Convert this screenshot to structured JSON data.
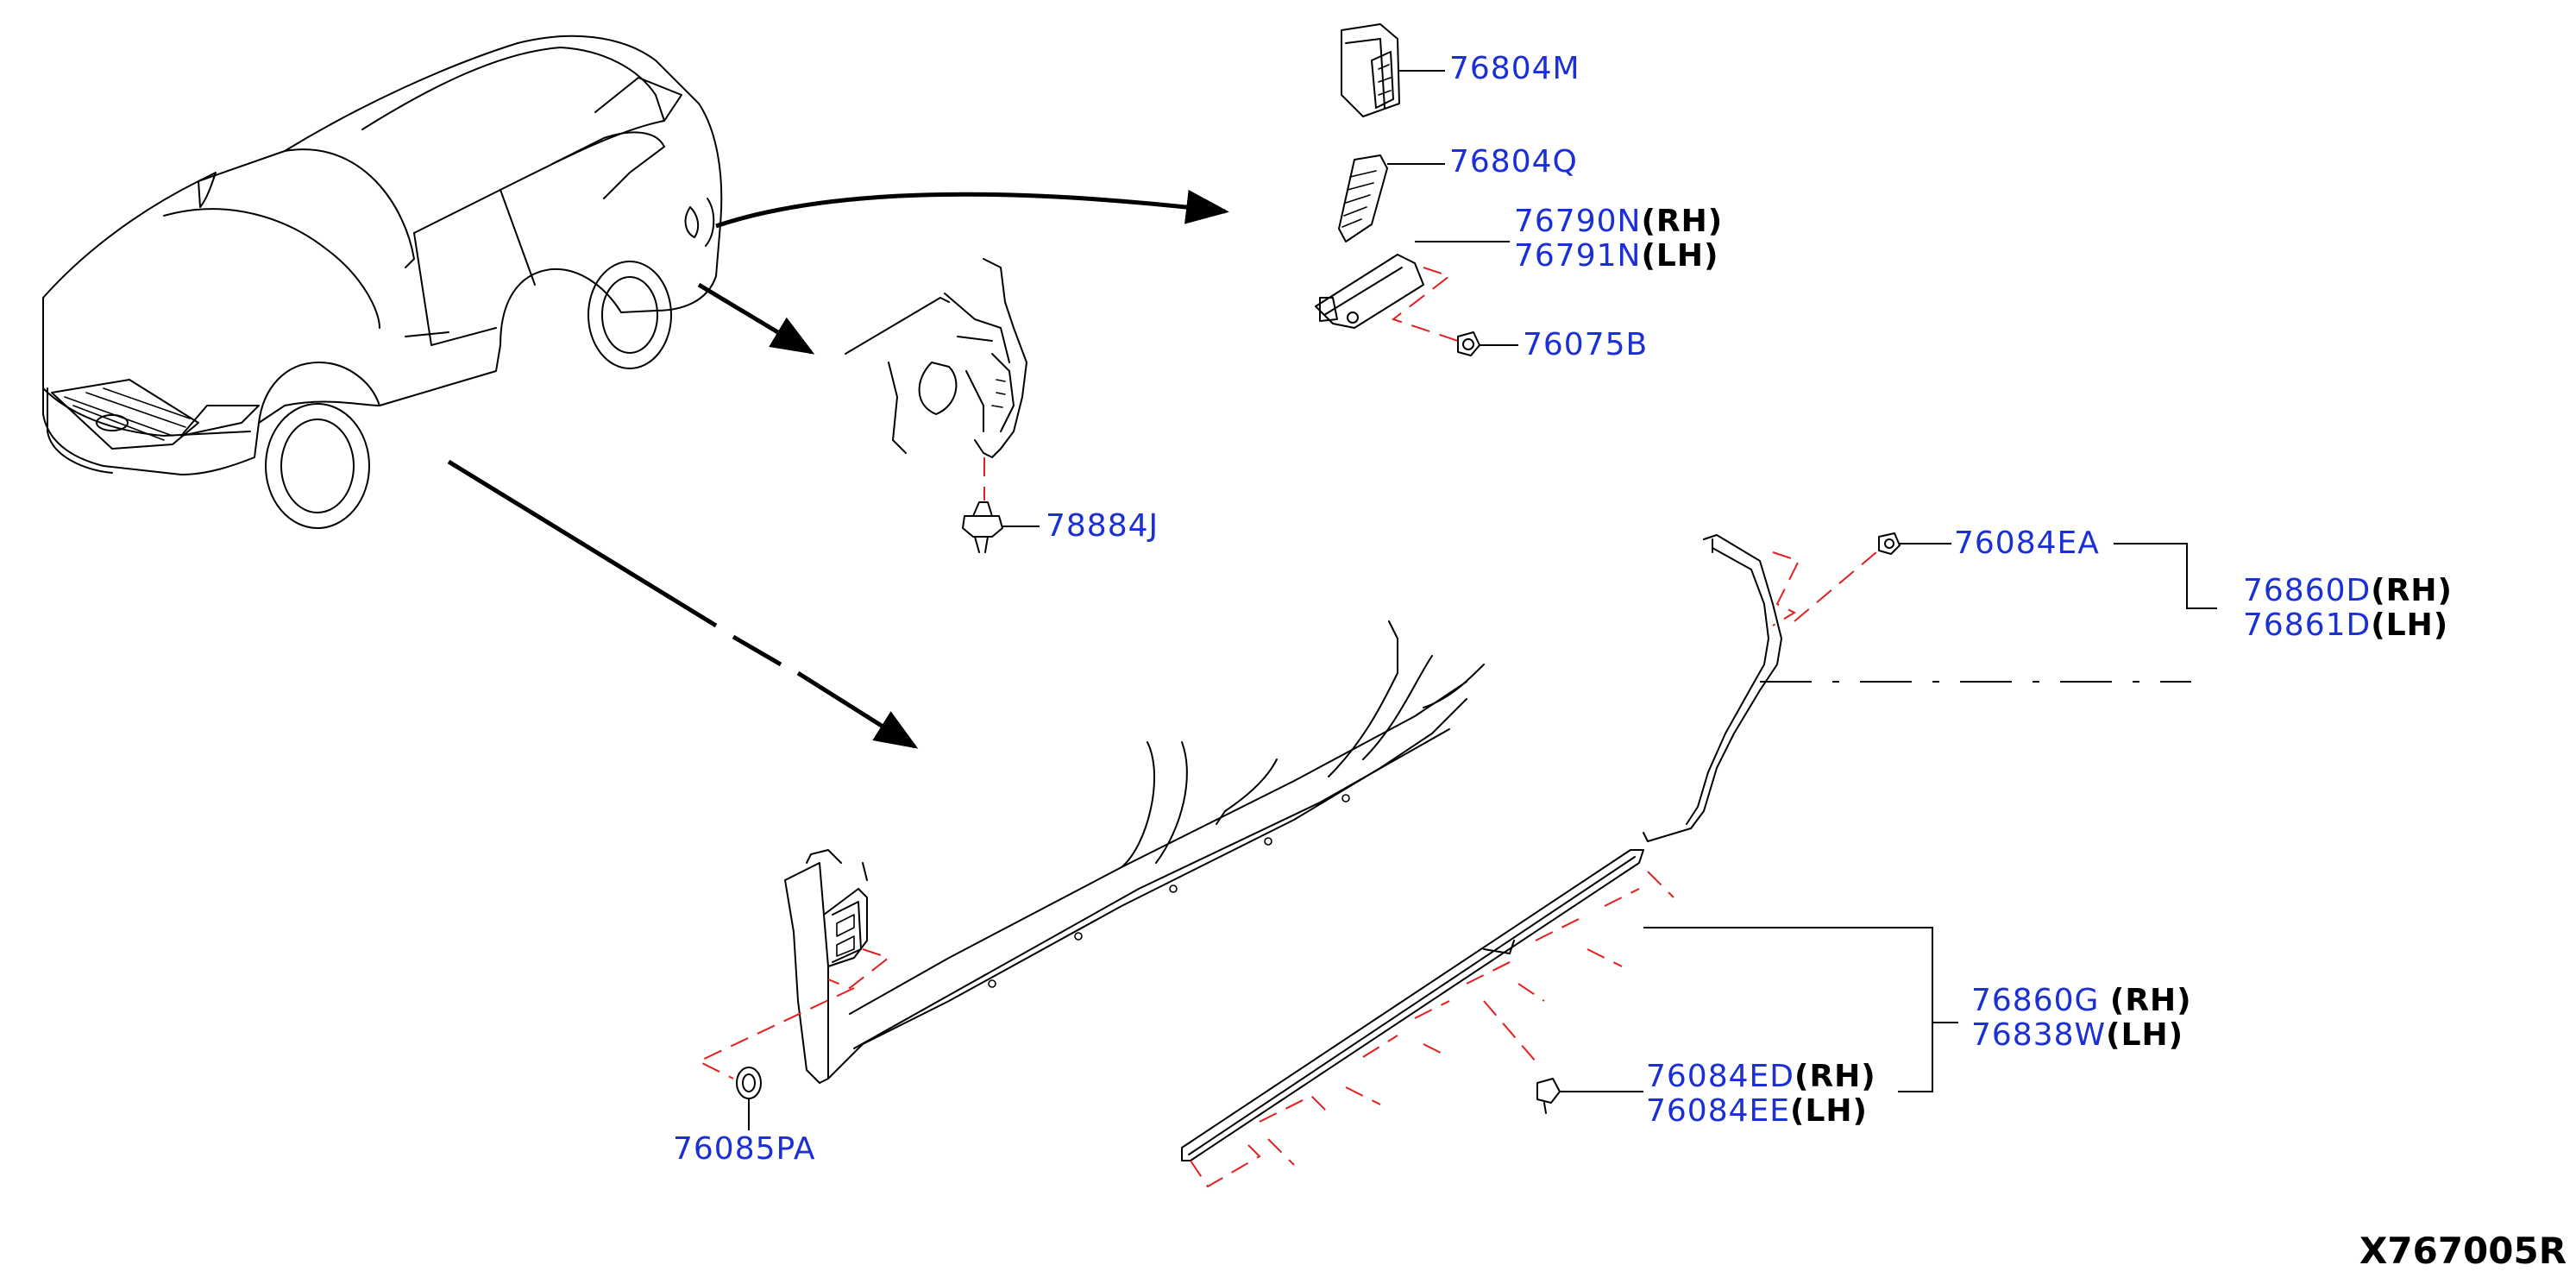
{
  "callouts": {
    "p76804M": "76804M",
    "p76804Q": "76804Q",
    "p76790N": "76790N",
    "p76790N_side": "(RH)",
    "p76791N": "76791N",
    "p76791N_side": "(LH)",
    "p76075B": "76075B",
    "p78884J": "78884J",
    "p76084EA": "76084EA",
    "p76860D": "76860D",
    "p76860D_side": "(RH)",
    "p76861D": "76861D",
    "p76861D_side": "(LH)",
    "p76860G": "76860G",
    "p76860G_side": "(RH)",
    "p76838W": "76838W",
    "p76838W_side": "(LH)",
    "p76084ED": "76084ED",
    "p76084ED_side": "(RH)",
    "p76084EE": "76084EE",
    "p76084EE_side": "(LH)",
    "p76085PA": "76085PA"
  },
  "diagram_code": "X767005R",
  "colors": {
    "part_number": "#1a2fd6",
    "leader_dash": "#e41e1e",
    "outline": "#000000"
  }
}
